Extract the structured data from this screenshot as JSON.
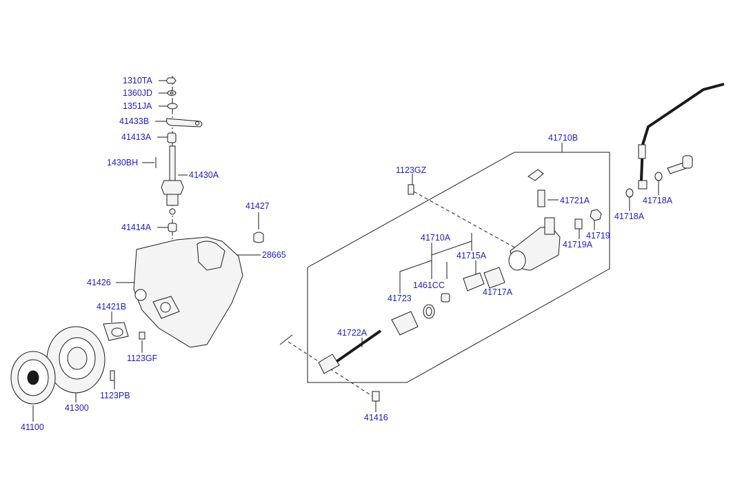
{
  "parts": {
    "p1310TA": "1310TA",
    "p1360JD": "1360JD",
    "p1351JA": "1351JA",
    "p41433B": "41433B",
    "p41413A": "41413A",
    "p1430BH": "1430BH",
    "p41430A": "41430A",
    "p41427": "41427",
    "p41414A": "41414A",
    "p28665": "28665",
    "p41426": "41426",
    "p41421B": "41421B",
    "p1123GF": "1123GF",
    "p1123PB": "1123PB",
    "p41300": "41300",
    "p41100": "41100",
    "p41710B": "41710B",
    "p1123GZ": "1123GZ",
    "p41721A": "41721A",
    "p41719": "41719",
    "p41719A": "41719A",
    "p41718A_left": "41718A",
    "p41718A_right": "41718A",
    "p41710A": "41710A",
    "p41715A": "41715A",
    "p1461CC": "1461CC",
    "p41723": "41723",
    "p41717A": "41717A",
    "p41722A": "41722A",
    "p41416": "41416"
  },
  "colors": {
    "label": "#1a1ad6",
    "line": "#1a1a1a",
    "part_fill": "#f4f4f4"
  }
}
